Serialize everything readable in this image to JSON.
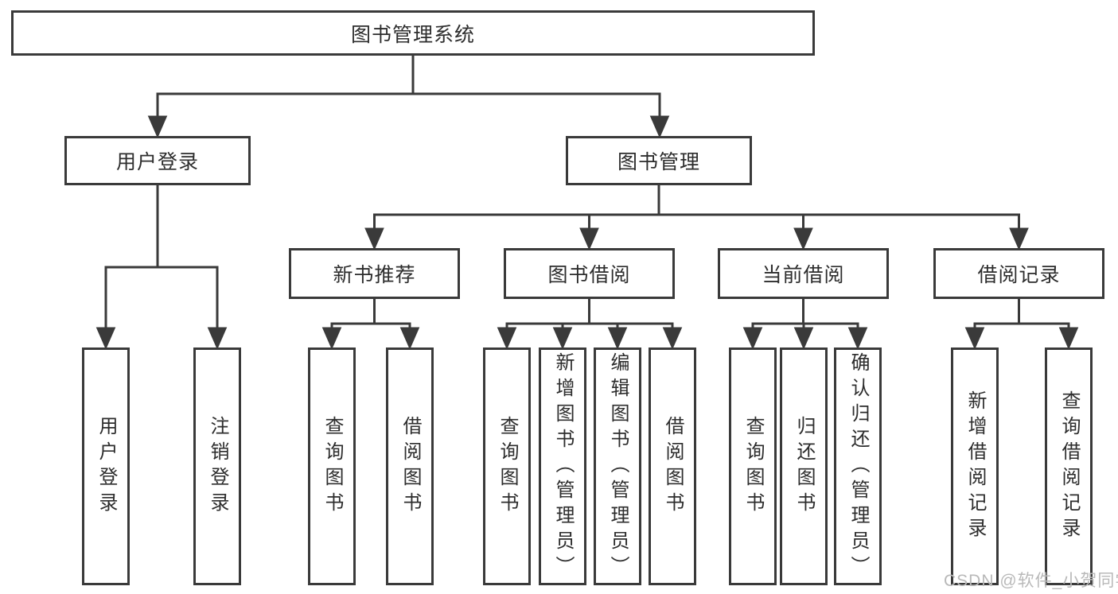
{
  "diagram": {
    "root": {
      "label": "图书管理系统"
    },
    "branches": [
      {
        "label": "用户登录",
        "children": [
          {
            "label": "用户登录"
          },
          {
            "label": "注销登录"
          }
        ]
      },
      {
        "label": "图书管理",
        "sections": [
          {
            "label": "新书推荐",
            "children": [
              {
                "label": "查询图书"
              },
              {
                "label": "借阅图书"
              }
            ]
          },
          {
            "label": "图书借阅",
            "children": [
              {
                "label": "查询图书"
              },
              {
                "label": "新增图书（管理员）"
              },
              {
                "label": "编辑图书（管理员）"
              },
              {
                "label": "借阅图书"
              }
            ]
          },
          {
            "label": "当前借阅",
            "children": [
              {
                "label": "查询图书"
              },
              {
                "label": "归还图书"
              },
              {
                "label": "确认归还（管理员）"
              }
            ]
          },
          {
            "label": "借阅记录",
            "children": [
              {
                "label": "新增借阅记录"
              },
              {
                "label": "查询借阅记录"
              }
            ]
          }
        ]
      }
    ]
  },
  "colors": {
    "line": "#3a3a3a",
    "text": "#2d2d2d",
    "watermark_text": "#b9b9b9",
    "background": "#ffffff"
  },
  "watermark": {
    "text": "CSDN @软件_小贺同学"
  }
}
